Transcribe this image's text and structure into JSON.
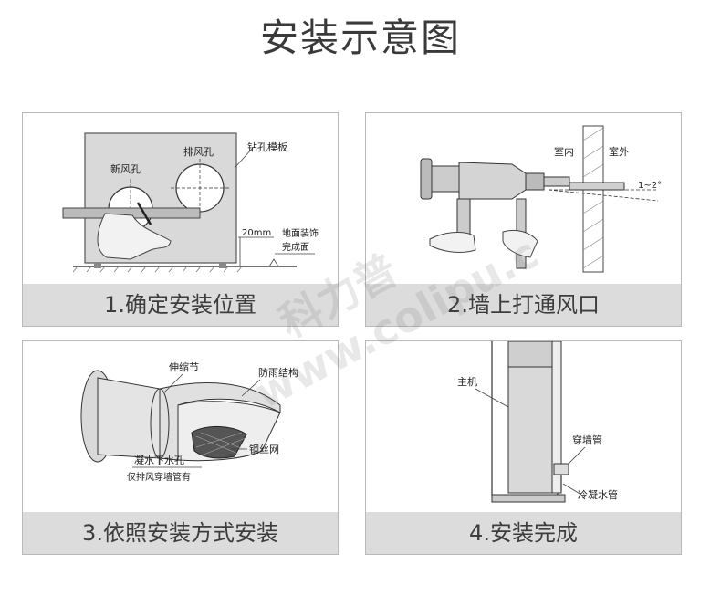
{
  "title": "安装示意图",
  "panels": [
    {
      "caption": "1.确定安装位置",
      "labels": {
        "template": "钻孔模板",
        "fresh_hole": "新风孔",
        "exhaust_hole": "排风孔",
        "distance": "20mm",
        "floor_1": "地面装饰",
        "floor_2": "完成面"
      }
    },
    {
      "caption": "2.墙上打通风口",
      "labels": {
        "indoor": "室内",
        "outdoor": "室外",
        "angle": "1~2°"
      }
    },
    {
      "caption": "3.依照安装方式安装",
      "labels": {
        "joint": "伸缩节",
        "rain": "防雨结构",
        "mesh": "钢丝网",
        "drain_1": "凝水下水孔",
        "drain_2": "仅排风穿墙管有"
      }
    },
    {
      "caption": "4.安装完成",
      "labels": {
        "host": "主机",
        "wall_pipe": "穿墙管",
        "condensate": "冷凝水管"
      }
    }
  ],
  "watermark": {
    "line1": "科力普",
    "line2": "www.colipu.com"
  }
}
